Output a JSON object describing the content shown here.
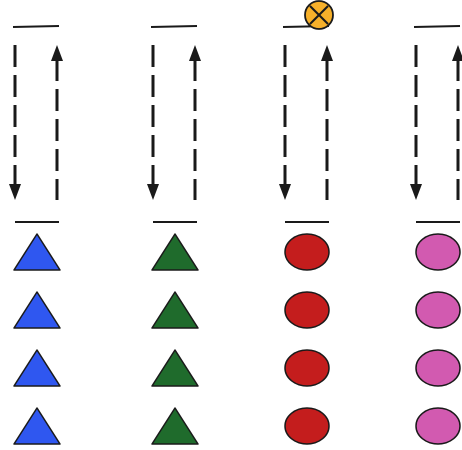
{
  "colors": {
    "line": "#1a1a1a",
    "lamp_fill": "#f6b02a",
    "lamp_mark": "#1a1a1a"
  },
  "columns": [
    {
      "shape": "triangle",
      "fill": "#2f57f0",
      "count": 4
    },
    {
      "shape": "triangle",
      "fill": "#1f6b2c",
      "count": 4
    },
    {
      "shape": "circle",
      "fill": "#c41d1d",
      "count": 4
    },
    {
      "shape": "circle",
      "fill": "#d25ab0",
      "count": 4
    }
  ],
  "lamp": {
    "icon": "lamp-x-circle",
    "column": 3
  },
  "arrows": {
    "left": "down",
    "right": "up"
  }
}
